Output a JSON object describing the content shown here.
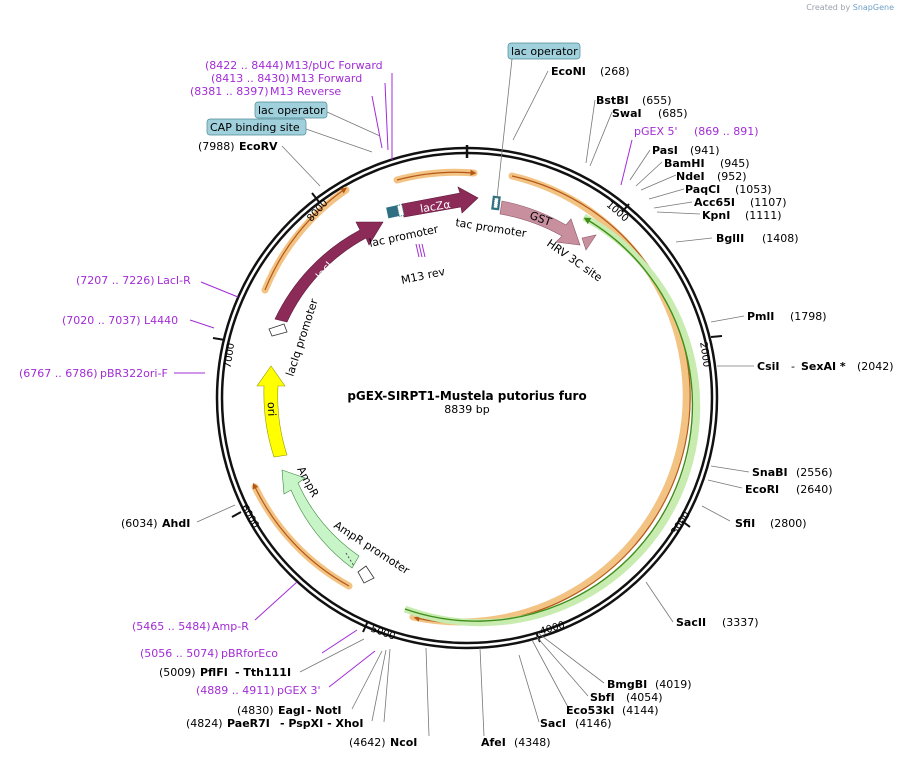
{
  "credit": {
    "prefix": "Created by",
    "brand": "SnapGene"
  },
  "plasmid": {
    "name": "pGEX-SIRPT1-Mustela putorius furo",
    "size": "8839 bp"
  },
  "ticks": [
    "1000",
    "2000",
    "3000",
    "4000",
    "5000",
    "6000",
    "7000",
    "8000"
  ],
  "features": {
    "gst": "GST",
    "lacza": "lacZα",
    "laci": "lacI",
    "ori": "ori",
    "ampr": "AmpR",
    "tac_promoter": "tac promoter",
    "lac_promoter": "lac promoter",
    "laciq_promoter": "lacIq promoter",
    "ampr_promoter": "AmpR promoter",
    "hrv_site": "HRV 3C site",
    "m13_rev": "M13 rev"
  },
  "boxes": {
    "lac_operator_top": "lac operator",
    "lac_operator_left": "lac operator",
    "cap_site": "CAP binding site"
  },
  "right_sites": [
    {
      "name": "EcoNI",
      "pos": "(268)"
    },
    {
      "name": "BstBI",
      "pos": "(655)"
    },
    {
      "name": "SwaI",
      "pos": "(685)"
    },
    {
      "name": "PasI",
      "pos": "(941)"
    },
    {
      "name": "BamHI",
      "pos": "(945)"
    },
    {
      "name": "NdeI",
      "pos": "(952)"
    },
    {
      "name": "PaqCI",
      "pos": "(1053)"
    },
    {
      "name": "Acc65I",
      "pos": "(1107)"
    },
    {
      "name": "KpnI",
      "pos": "(1111)"
    },
    {
      "name": "BglII",
      "pos": "(1408)"
    },
    {
      "name": "PmlI",
      "pos": "(1798)"
    },
    {
      "name": "CsiI",
      "pos": ""
    },
    {
      "name": "SnaBI",
      "pos": "(2556)"
    },
    {
      "name": "EcoRI",
      "pos": "(2640)"
    },
    {
      "name": "SfiI",
      "pos": "(2800)"
    },
    {
      "name": "SacII",
      "pos": "(3337)"
    },
    {
      "name": "BmgBI",
      "pos": "(4019)"
    },
    {
      "name": "SbfI",
      "pos": "(4054)"
    },
    {
      "name": "Eco53kI",
      "pos": "(4144)"
    },
    {
      "name": "SacI",
      "pos": "(4146)"
    },
    {
      "name": "AfeI",
      "pos": "(4348)"
    },
    {
      "name": "NcoI",
      "pos": ""
    }
  ],
  "sexai": {
    "sep": "-",
    "name": "SexAI *",
    "pos": "(2042)"
  },
  "ncoi_pos": "(4642)",
  "left_sites": [
    {
      "name": "EcoRV",
      "pos": "(7988)"
    },
    {
      "name": "AhdI",
      "pos": "(6034)"
    },
    {
      "name": "PflFI",
      "pos": "(5009)",
      "extra": "- Tth111I"
    },
    {
      "name": "EagI",
      "pos": "(4830)",
      "extra": "- NotI"
    },
    {
      "name": "PaeR7I",
      "pos": "(4824)",
      "extra": "- PspXI  - XhoI"
    }
  ],
  "primers": [
    {
      "range": "(8422 .. 8444)",
      "name": "M13/pUC Forward"
    },
    {
      "range": "(8413 .. 8430)",
      "name": "M13 Forward"
    },
    {
      "range": "(8381 .. 8397)",
      "name": "M13 Reverse"
    },
    {
      "range": "(869 .. 891)",
      "name": "pGEX 5'"
    },
    {
      "range": "(7207 .. 7226)",
      "name": "LacI-R"
    },
    {
      "range": "(7020 .. 7037)",
      "name": "L4440"
    },
    {
      "range": "(6767 .. 6786)",
      "name": "pBR322ori-F"
    },
    {
      "range": "(5465 .. 5484)",
      "name": "Amp-R"
    },
    {
      "range": "(5056 .. 5074)",
      "name": "pBRforEco"
    },
    {
      "range": "(4889 .. 4911)",
      "name": "pGEX 3'"
    }
  ],
  "colors": {
    "primer": "#a22cd6",
    "gst": "#c8909f",
    "lac": "#8c2a58",
    "ori": "#ffff00",
    "ampr": "#c8f5c8",
    "orf": "#f2c382",
    "orf_arrow": "#b4581a",
    "green_orf": "#3f8e1c",
    "box": "#9fd0dc"
  }
}
